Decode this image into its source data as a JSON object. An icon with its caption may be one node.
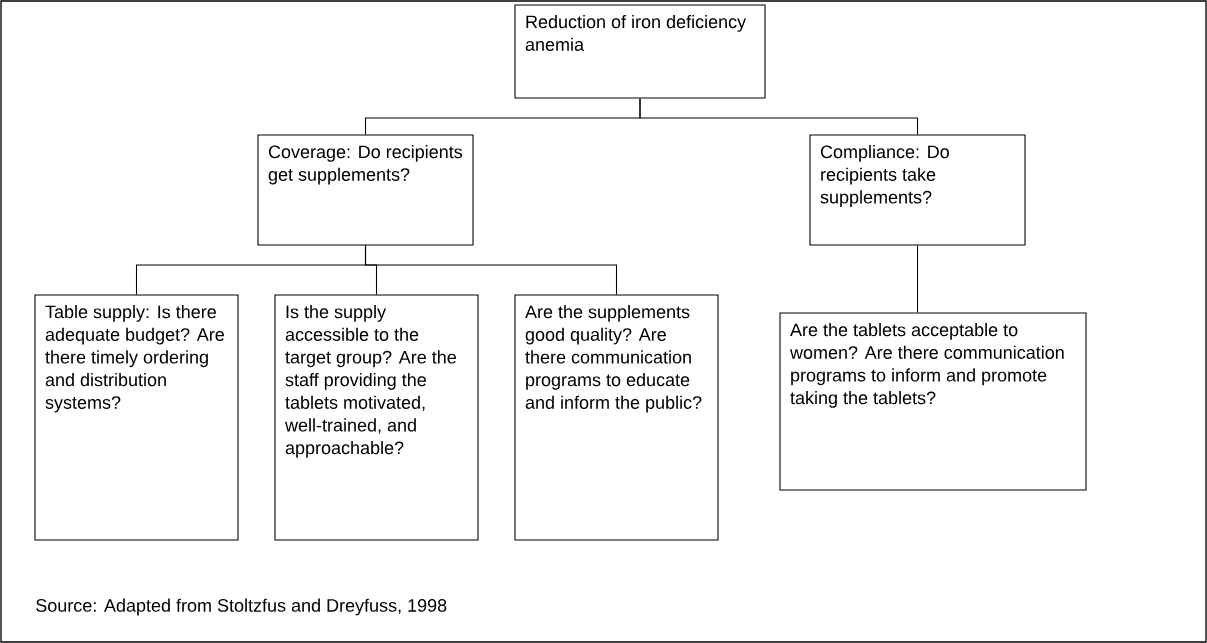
{
  "diagram": {
    "caption": "Source: Adapted from Stoltzfus and Dreyfuss, 1998",
    "nodes": [
      {
        "text": [
          "Reduction of iron deficiency anemia"
        ]
      },
      {
        "text": [
          "Coverage: Do recipients get supplements?"
        ]
      },
      {
        "text": [
          "Compliance: Do recipients take supplements?"
        ]
      },
      {
        "text": [
          "Table supply: Is there adequate budget? Are there timely ordering and distribution systems?"
        ]
      },
      {
        "text": [
          "Is the supply accessible to the target group? Are the staff providing the tablets motivated, well-trained, and approachable?"
        ]
      },
      {
        "text": [
          "Are the supplements good quality? Are there communication programs to educate and inform the public?"
        ]
      },
      {
        "text": [
          "Are the tablets acceptable to women? Are there communication programs to inform and promote taking the tablets?"
        ]
      }
    ],
    "edges": [
      {
        "from": 0,
        "to": 1,
        "arrow": "none"
      },
      {
        "from": 0,
        "to": 2,
        "arrow": "none"
      },
      {
        "from": 1,
        "to": 3,
        "arrow": "none"
      },
      {
        "from": 1,
        "to": 4,
        "arrow": "none"
      },
      {
        "from": 1,
        "to": 5,
        "arrow": "none"
      },
      {
        "from": 2,
        "to": 6,
        "arrow": "none"
      }
    ]
  }
}
